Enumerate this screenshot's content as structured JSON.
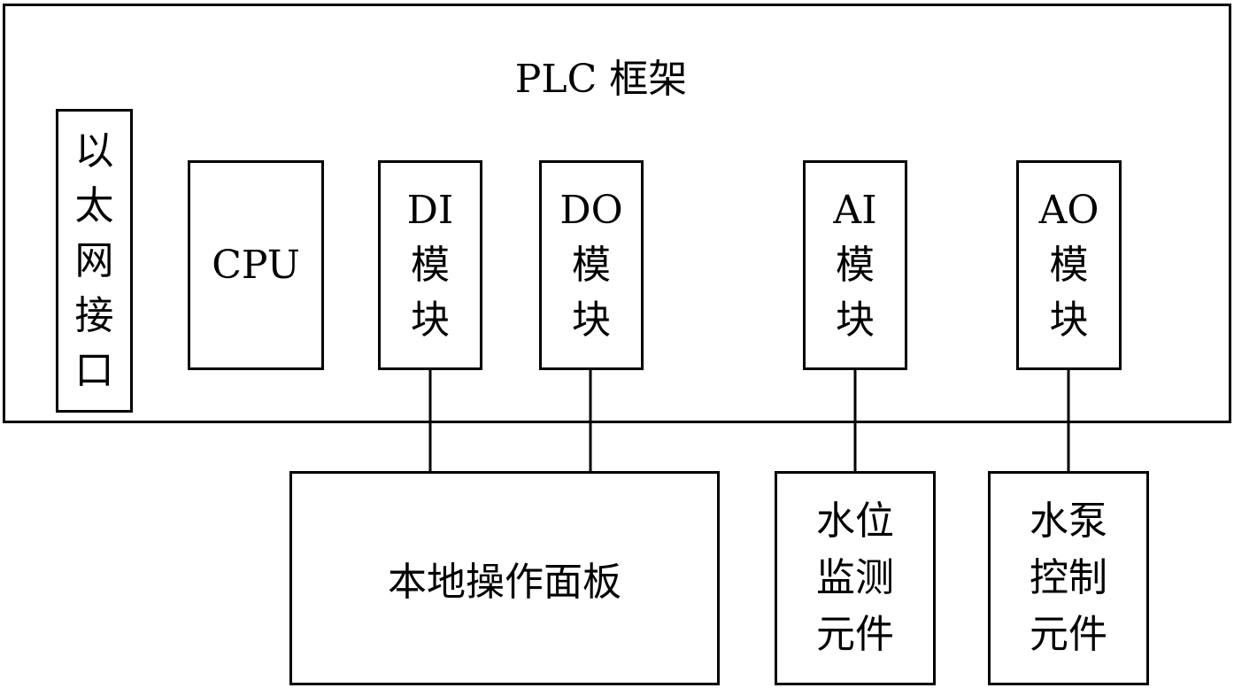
{
  "frame": {
    "title": "PLC 框架"
  },
  "blocks": {
    "ethernet": {
      "chars": [
        "以",
        "太",
        "网",
        "接",
        "口"
      ]
    },
    "cpu": {
      "label": "CPU"
    },
    "di": {
      "lines": [
        "DI",
        "模",
        "块"
      ]
    },
    "do": {
      "lines": [
        "DO",
        "模",
        "块"
      ]
    },
    "ai": {
      "lines": [
        "AI",
        "模",
        "块"
      ]
    },
    "ao": {
      "lines": [
        "AO",
        "模",
        "块"
      ]
    },
    "panel": {
      "label": "本地操作面板"
    },
    "water_level": {
      "lines": [
        "水位",
        "监测",
        "元件"
      ]
    },
    "pump": {
      "lines": [
        "水泵",
        "控制",
        "元件"
      ]
    }
  },
  "colors": {
    "line": "#000000",
    "background": "#ffffff"
  }
}
